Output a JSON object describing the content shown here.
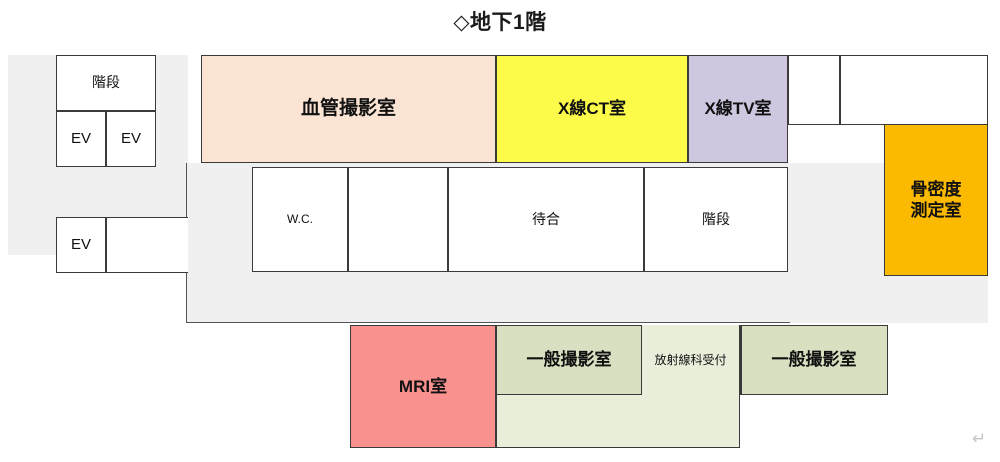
{
  "page": {
    "title": "◇地下1階",
    "title_marker": "◇",
    "floor_name": "地下1階"
  },
  "colors": {
    "angiography": "#fbe4d4",
    "ct_room": "#fdfb4a",
    "tv_room": "#cfc6e0",
    "bone_density": "#fbb900",
    "mri_room": "#f9918f",
    "general_radiography": "#d7e0c0",
    "reception_area": "#e9eeda",
    "corridor": "#f0f0f0",
    "wall": "#3a3a3a",
    "plain_room": "#ffffff"
  },
  "rooms": [
    {
      "id": "stairs_top_left",
      "label": "階段",
      "color": "#ffffff"
    },
    {
      "id": "ev_left_a",
      "label": "EV",
      "color": "#ffffff"
    },
    {
      "id": "ev_left_b",
      "label": "EV",
      "color": "#ffffff"
    },
    {
      "id": "ev_lower_left",
      "label": "EV",
      "color": "#ffffff"
    },
    {
      "id": "blank_lower_left",
      "label": "",
      "color": "#ffffff"
    },
    {
      "id": "angiography",
      "label": "血管撮影室",
      "color": "#fbe4d4"
    },
    {
      "id": "xray_ct",
      "label": "X線CT室",
      "color": "#fdfb4a"
    },
    {
      "id": "xray_tv",
      "label": "X線TV室",
      "color": "#cfc6e0"
    },
    {
      "id": "blank_top_right_a",
      "label": "",
      "color": "#ffffff"
    },
    {
      "id": "blank_top_right_b",
      "label": "",
      "color": "#ffffff"
    },
    {
      "id": "bone_density",
      "label": "骨密度\n測定室",
      "label_line1": "骨密度",
      "label_line2": "測定室",
      "color": "#fbb900"
    },
    {
      "id": "wc",
      "label": "W.C.",
      "color": "#ffffff"
    },
    {
      "id": "blank_mid",
      "label": "",
      "color": "#ffffff"
    },
    {
      "id": "waiting",
      "label": "待合",
      "color": "#ffffff"
    },
    {
      "id": "stairs_mid",
      "label": "階段",
      "color": "#ffffff"
    },
    {
      "id": "mri",
      "label": "MRI室",
      "color": "#f9918f"
    },
    {
      "id": "general_radiography_left",
      "label": "一般撮影室",
      "color": "#d7e0c0"
    },
    {
      "id": "radiology_reception",
      "label": "放射線科受付",
      "color": "#e9eeda"
    },
    {
      "id": "general_radiography_right",
      "label": "一般撮影室",
      "color": "#d7e0c0"
    }
  ],
  "marks": {
    "return_symbol": "↵"
  }
}
